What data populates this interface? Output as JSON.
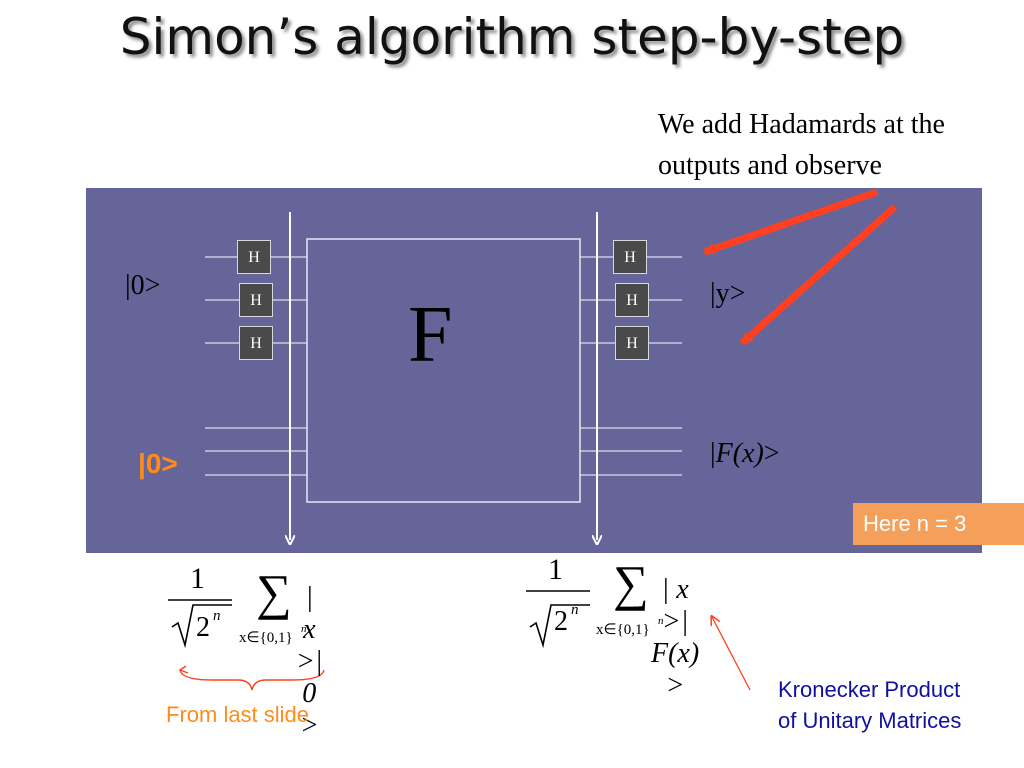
{
  "title": "Simon’s algorithm step-by-step",
  "note": "We add Hadamards at the outputs and observe",
  "labels": {
    "ket_zero_top": "|0>",
    "ket_zero_bottom": "|0>",
    "ket_y": "|y>",
    "ket_fx_bar": "|",
    "ket_fx_body": "F(x)",
    "ket_fx_close": ">",
    "box": "F",
    "gate": "H",
    "here_n": "Here n = 3",
    "from_last_slide": "From last slide",
    "kronecker_line1": "Kronecker Product",
    "kronecker_line2": "of Unitary Matrices"
  },
  "formula_left": {
    "numerator": "1",
    "radicand": "2",
    "exponent": "n",
    "sum": "∑",
    "subscript": "x∈{0,1}",
    "subscript_exp": "n",
    "body": "| x >| 0 >"
  },
  "formula_right": {
    "numerator": "1",
    "radicand": "2",
    "exponent": "n",
    "sum": "∑",
    "subscript": "x∈{0,1}",
    "subscript_exp": "n",
    "body": "| x >| F(x) >"
  },
  "colors": {
    "panel": "#66659a",
    "arrow_red": "#ff4020",
    "orange": "#ff8c1a",
    "blue": "#1010a0",
    "badge": "#f5a05a"
  }
}
